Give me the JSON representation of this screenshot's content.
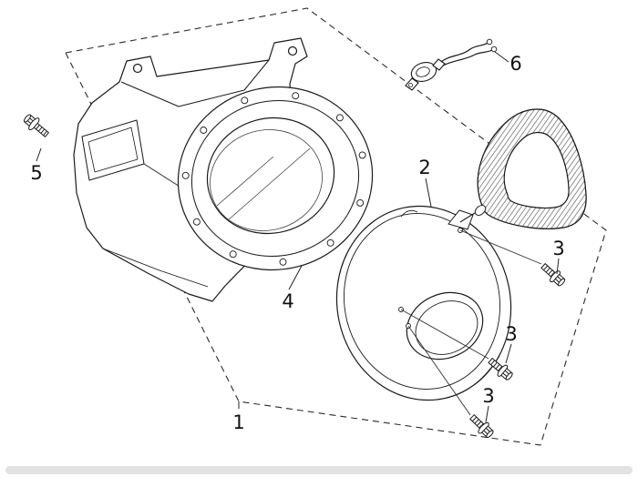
{
  "diagram": {
    "background": "#ffffff",
    "line_color": "#1a1a1a",
    "boundary_style": "dashed",
    "callouts": {
      "c1": {
        "label": "1",
        "part": "assembly-boundary"
      },
      "c2": {
        "label": "2",
        "part": "starter-plate"
      },
      "c3a": {
        "label": "3",
        "part": "flange-bolt"
      },
      "c3b": {
        "label": "3",
        "part": "flange-bolt"
      },
      "c3c": {
        "label": "3",
        "part": "flange-bolt"
      },
      "c4": {
        "label": "4",
        "part": "fan-cover"
      },
      "c5": {
        "label": "5",
        "part": "fan-cover-bolt"
      },
      "c6": {
        "label": "6",
        "part": "stop-switch-wire"
      }
    }
  }
}
